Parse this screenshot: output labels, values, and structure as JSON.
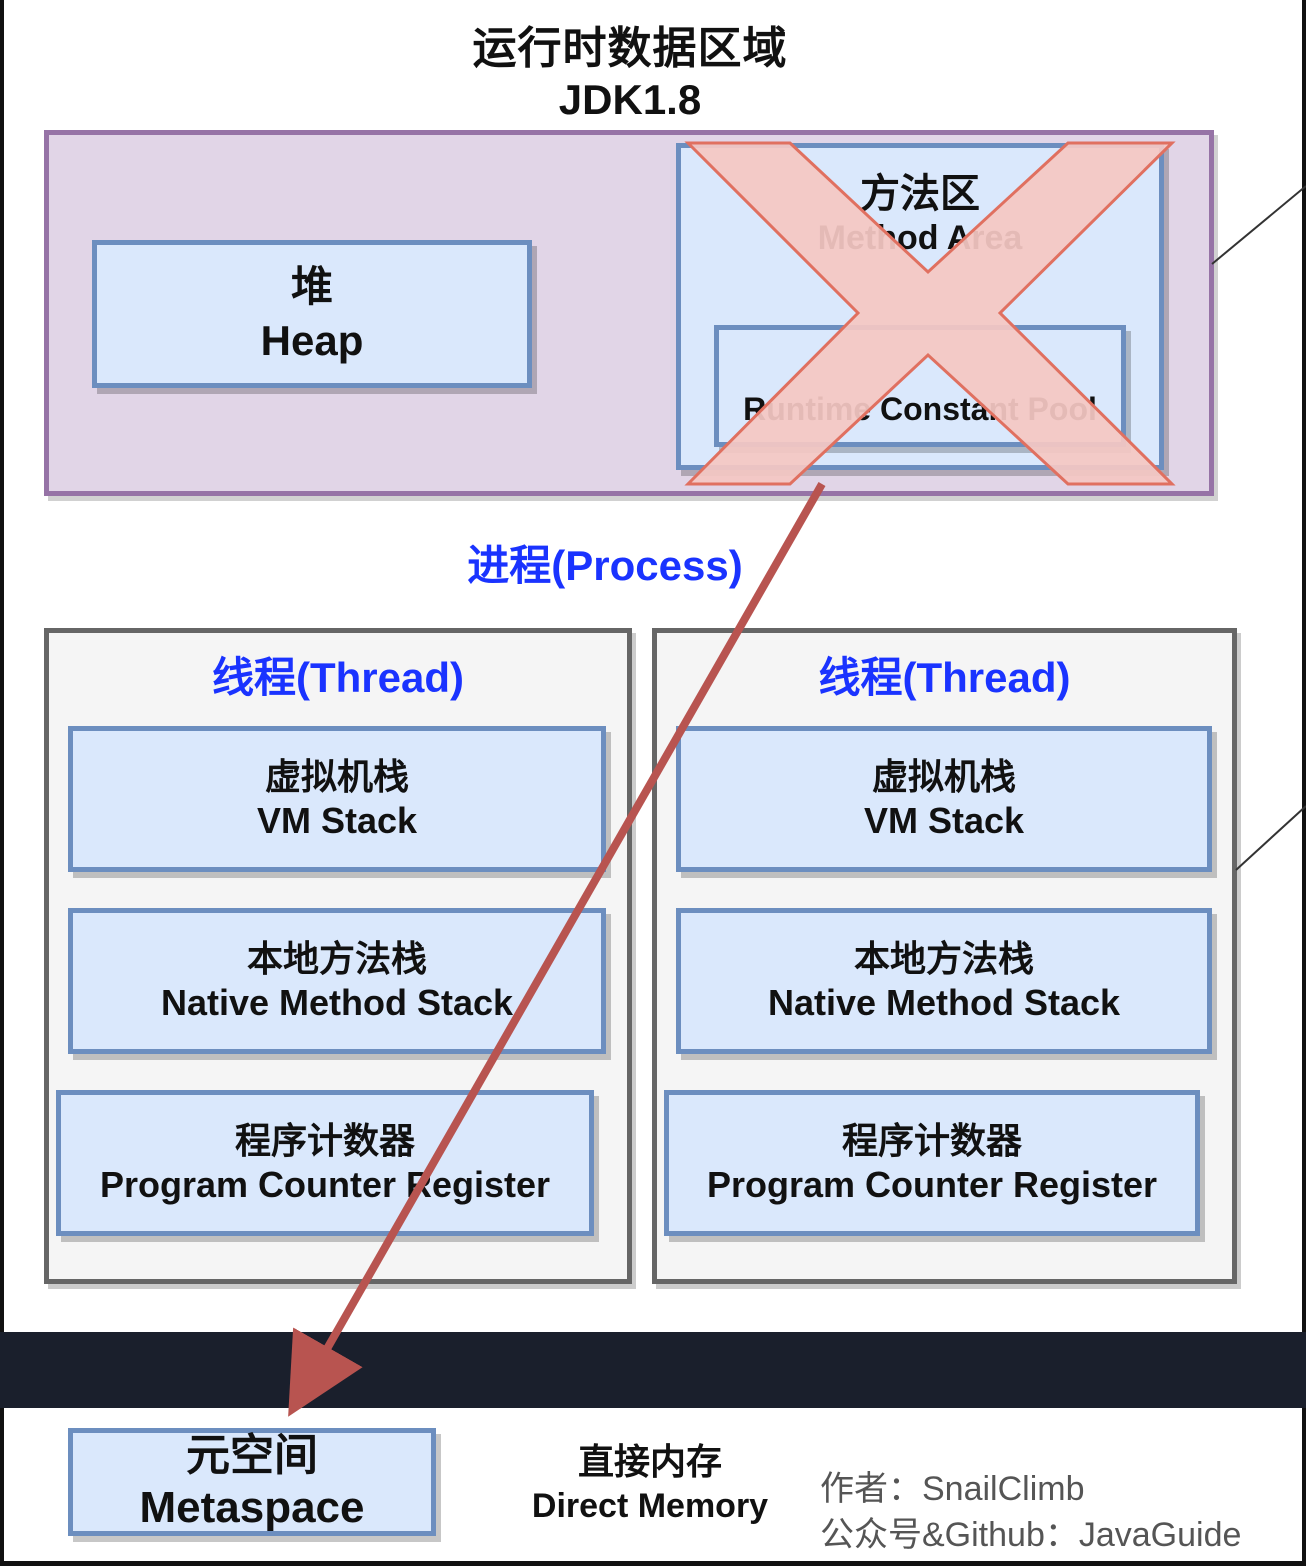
{
  "title": {
    "zh": "运行时数据区域",
    "en": "JDK1.8"
  },
  "shared": {
    "heap": {
      "zh": "堆",
      "en": "Heap"
    },
    "method_area": {
      "zh": "方法区",
      "en": "Method Area"
    },
    "constant_pool": {
      "en": "Runtime Constant Pool"
    }
  },
  "process_label": "进程(Process)",
  "threads": [
    {
      "title": "线程(Thread)",
      "vm_stack": {
        "zh": "虚拟机栈",
        "en": "VM Stack"
      },
      "native_stack": {
        "zh": "本地方法栈",
        "en": "Native Method Stack"
      },
      "pc_register": {
        "zh": "程序计数器",
        "en": "Program Counter Register"
      }
    },
    {
      "title": "线程(Thread)",
      "vm_stack": {
        "zh": "虚拟机栈",
        "en": "VM Stack"
      },
      "native_stack": {
        "zh": "本地方法栈",
        "en": "Native Method Stack"
      },
      "pc_register": {
        "zh": "程序计数器",
        "en": "Program Counter Register"
      }
    }
  ],
  "metaspace": {
    "zh": "元空间",
    "en": "Metaspace"
  },
  "direct_memory": {
    "zh": "直接内存",
    "en": "Direct Memory"
  },
  "credits": {
    "author": "作者：SnailClimb",
    "account": "公众号&Github：JavaGuide"
  },
  "colors": {
    "shared_fill": "#e1d5e7",
    "shared_border": "#9673a6",
    "box_fill": "#dae8fc",
    "box_border": "#6c8ebf",
    "thread_fill": "#f5f5f5",
    "thread_border": "#666666",
    "label_blue": "#1a33ff",
    "cross_fill": "#f4c7c3",
    "cross_stroke": "#e07060",
    "arrow": "#b85450",
    "bar": "#1a1f2c"
  }
}
